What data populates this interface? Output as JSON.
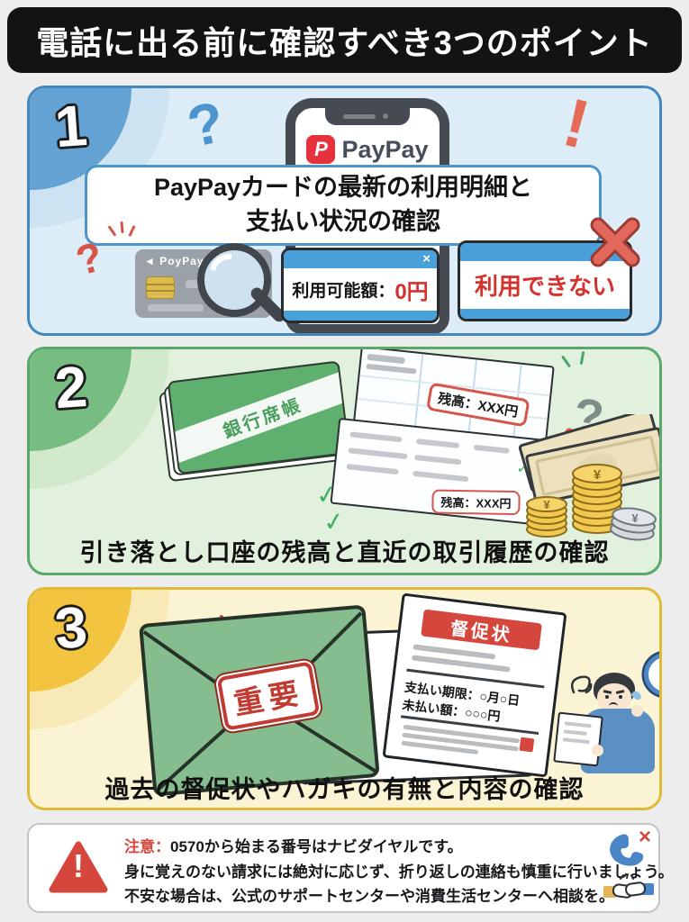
{
  "icons": {
    "question": "?",
    "exclamation": "!",
    "check": "✓",
    "yen": "¥",
    "cross": "×"
  },
  "header": {
    "title": "電話に出る前に確認すべき3つのポイント"
  },
  "section1": {
    "number": "1",
    "brand_initial": "P",
    "brand": "PayPay",
    "headline_line1": "PayPayカードの最新の利用明細と",
    "headline_line2": "支払い状況の確認",
    "card_brand": "◄ PoyPay",
    "dialog1": {
      "label": "利用可能額：",
      "value": "0円"
    },
    "dialog2": {
      "text": "利用できない"
    }
  },
  "section2": {
    "number": "2",
    "passbook_label": "銀行席帳",
    "stamp_top": "残高：XXX円",
    "stamp_bottom": "残高：XXX円",
    "caption": "引き落とし口座の残高と直近の取引履歴の確認"
  },
  "section3": {
    "number": "3",
    "envelope_stamp": "重要",
    "doc_title": "督促状",
    "doc_line1": "支払い期限：○月○日",
    "doc_line2": "未払い額：○○○円",
    "caption": "過去の督促状やハガキの有無と内容の確認"
  },
  "footer": {
    "notice_label": "注意：",
    "line1": "0570から始まる番号はナビダイヤルです。",
    "line2": "身に覚えのない請求には絶対に応じず、折り返しの連絡も慎重に行いましょう。",
    "line3": "不安な場合は、公式のサポートセンターや消費生活センターへ相談を。"
  }
}
